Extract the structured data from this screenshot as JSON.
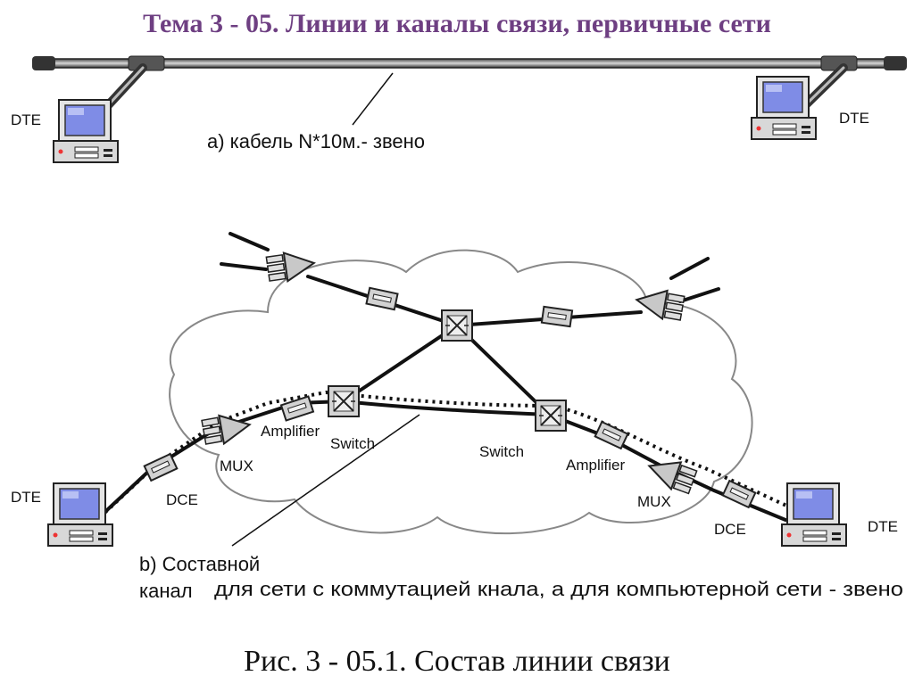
{
  "title": "Тема 3 - 05. Линии и каналы связи, первичные сети",
  "part_a": {
    "cable_label": "а) кабель N*10м.- звено",
    "dte_left": "DTE",
    "dte_right": "DTE"
  },
  "part_b": {
    "dte_left": "DTE",
    "dte_right": "DTE",
    "dce_left": "DCE",
    "dce_right": "DCE",
    "mux_left": "MUX",
    "mux_right": "MUX",
    "amplifier_left": "Amplifier",
    "amplifier_right": "Amplifier",
    "switch_left": "Switch",
    "switch_right": "Switch",
    "composite_line1": "b) Составной",
    "composite_line2": "канал",
    "composite_rest": "для сети с коммутацией кнала, а для компьютерной сети - звено"
  },
  "caption": "Рис. 3 - 05.1. Состав линии связи",
  "colors": {
    "title": "#6e3f82",
    "screen": "#7f8ce6",
    "device": "#c8c8c8"
  }
}
